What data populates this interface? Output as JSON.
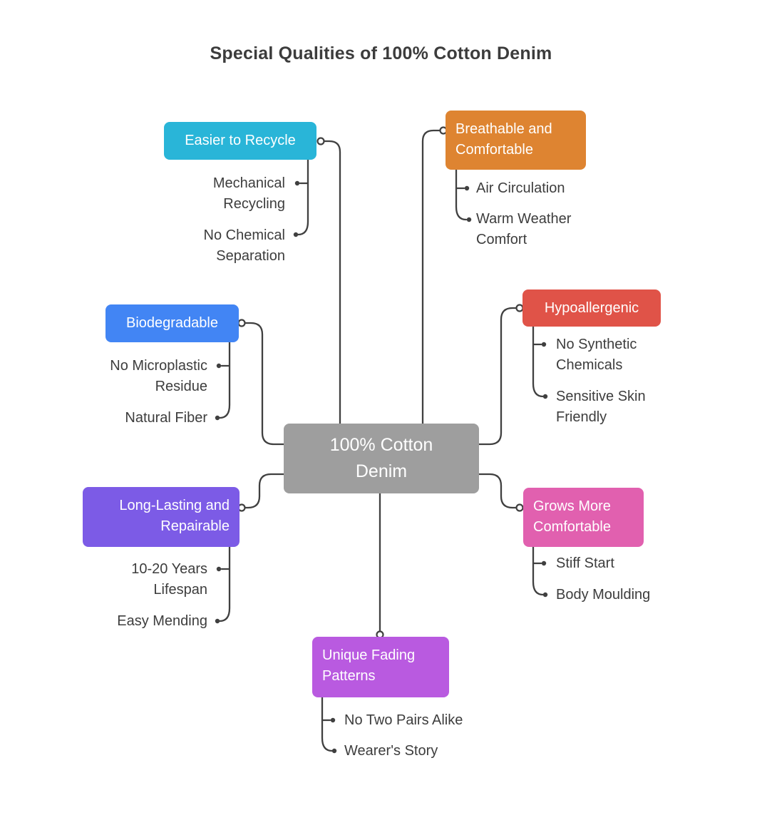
{
  "title": "Special Qualities of 100% Cotton Denim",
  "colors": {
    "line": "#404040",
    "sub_text": "#3d3d3d",
    "title_text": "#3c3c3c",
    "center_node": "#9e9e9e",
    "cyan": "#29b5d8",
    "orange": "#de8431",
    "blue": "#4285f4",
    "red": "#e05348",
    "purple": "#7c5be6",
    "pink": "#e160af",
    "violet": "#b95ae0"
  },
  "center": {
    "label": "100% Cotton\nDenim"
  },
  "branches": {
    "easier": {
      "label": "Easier to Recycle",
      "children": {
        "c0": "Mechanical\nRecycling",
        "c1": "No Chemical\nSeparation"
      }
    },
    "breathable": {
      "label": "Breathable and\nComfortable",
      "children": {
        "c0": "Air Circulation",
        "c1": "Warm Weather\nComfort"
      }
    },
    "biodegradable": {
      "label": "Biodegradable",
      "children": {
        "c0": "No Microplastic\nResidue",
        "c1": "Natural Fiber"
      }
    },
    "hypoallergenic": {
      "label": "Hypoallergenic",
      "children": {
        "c0": "No Synthetic\nChemicals",
        "c1": "Sensitive Skin\nFriendly"
      }
    },
    "longlasting": {
      "label": "Long-Lasting and\nRepairable",
      "children": {
        "c0": "10-20 Years\nLifespan",
        "c1": "Easy Mending"
      }
    },
    "grows": {
      "label": "Grows More\nComfortable",
      "children": {
        "c0": "Stiff Start",
        "c1": "Body Moulding"
      }
    },
    "unique": {
      "label": "Unique Fading\nPatterns",
      "children": {
        "c0": "No Two Pairs Alike",
        "c1": "Wearer's Story"
      }
    }
  }
}
